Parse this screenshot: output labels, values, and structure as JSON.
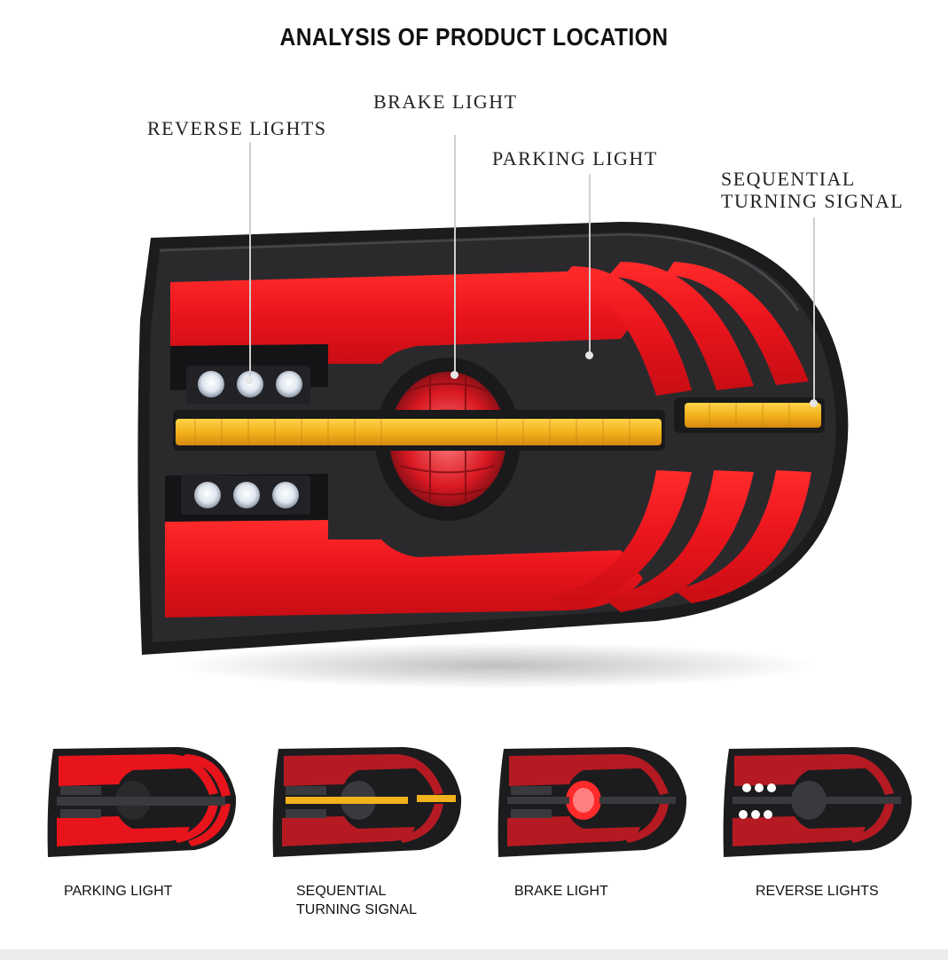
{
  "title": "ANALYSIS OF PRODUCT LOCATION",
  "callouts": {
    "reverse_lights": "REVERSE LIGHTS",
    "brake_light": "BRAKE LIGHT",
    "parking_light": "PARKING LIGHT",
    "sequential_line1": "SEQUENTIAL",
    "sequential_line2": "TURNING SIGNAL"
  },
  "thumbnails": [
    {
      "line1": "PARKING LIGHT",
      "line2": "",
      "active": "parking"
    },
    {
      "line1": "SEQUENTIAL",
      "line2": "TURNING SIGNAL",
      "active": "turn"
    },
    {
      "line1": "BRAKE LIGHT",
      "line2": "",
      "active": "brake"
    },
    {
      "line1": "REVERSE LIGHTS",
      "line2": "",
      "active": "reverse"
    }
  ],
  "colors": {
    "red_glow": "#e8141c",
    "amber": "#f2b21c",
    "housing": "#1c1c1e",
    "reverse_white": "#ffffff"
  }
}
